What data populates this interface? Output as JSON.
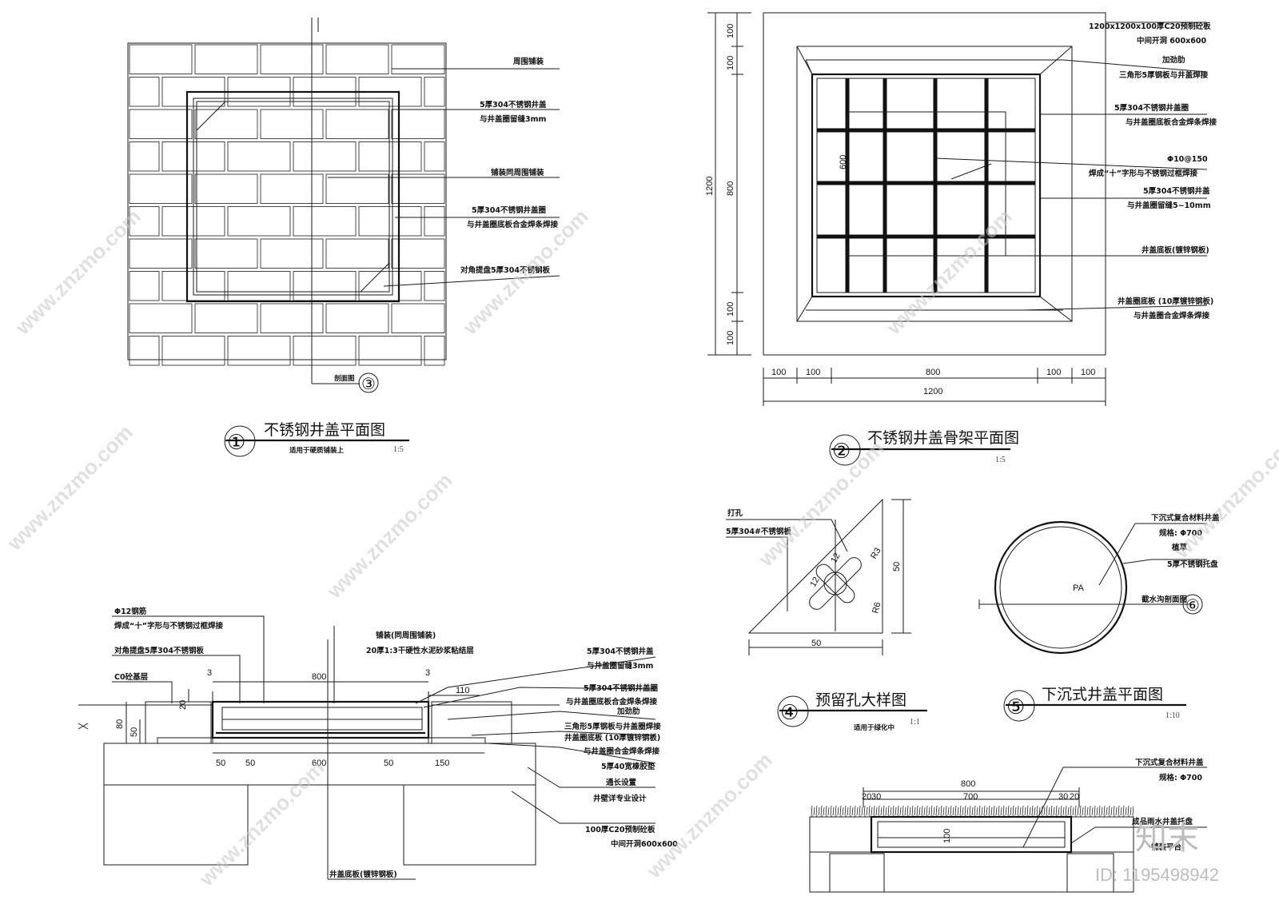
{
  "drawing1": {
    "title": "不锈钢井盖平面图",
    "subtitle": "适用于硬质铺装上",
    "scale": "1:5",
    "number": "①",
    "section_ref": "剖面图",
    "section_num": "③",
    "labels": [
      "周围铺装",
      "5厚304不锈钢井盖",
      "与井盖圈留缝3mm",
      "铺装同周围铺装",
      "5厚304不锈钢井盖圈",
      "与井盖圈底板合金焊条焊接",
      "对角提盘5厚304不锈钢板"
    ]
  },
  "drawing2": {
    "title": "不锈钢井盖骨架平面图",
    "scale": "1:5",
    "number": "②",
    "labels": [
      "1200x1200x100厚C20预制砼板",
      "中间开洞 600x600",
      "加劲肋",
      "三角形5厚钢板与井盖焊接",
      "5厚304不锈钢井盖圈",
      "与井盖圈底板合金焊条焊接",
      "Φ10@150",
      "焊成“十”字形与不锈钢过框焊接",
      "5厚304不锈钢井盖",
      "与井盖圈留缝5~10mm",
      "井盖底板(镀锌钢板)",
      "井盖圈底板 (10厚镀锌钢板)",
      "与井盖圈合金焊条焊接"
    ],
    "dims_bottom": [
      "100",
      "100",
      "800",
      "100",
      "100"
    ],
    "dim_total": "1200",
    "dims_left": [
      "100",
      "100",
      "100",
      "100"
    ],
    "dim_left_total": "1200",
    "dim_inner": "800",
    "dim_grid": "600"
  },
  "drawing3": {
    "labels_left": [
      "Φ12钢筋",
      "焊成“十”字形与不锈钢过框焊接",
      "对角提盘5厚304不锈钢板",
      "C0砼基层"
    ],
    "labels_top": [
      "铺装(同周围铺装)",
      "20厚1:3干硬性水泥砂浆粘结层"
    ],
    "labels_right": [
      "5厚304不锈钢井盖",
      "与井盖圈留缝3mm",
      "5厚304不锈钢井盖圈",
      "与井盖圈底板合金焊条焊接",
      "加劲肋",
      "三角形5厚钢板与井盖圈焊接",
      "井盖圈底板 (10厚镀锌钢板)",
      "与井盖圈合金焊条焊接",
      "5厚40宽橡胶垫",
      "通长设置",
      "井壁详专业设计",
      "100厚C20预制砼板",
      "中间开洞600x600"
    ],
    "label_bottom": "井盖底板(镀锌钢板)",
    "dims": [
      "3",
      "800",
      "3",
      "110",
      "20",
      "80",
      "50",
      "50",
      "50",
      "600",
      "50",
      "150"
    ]
  },
  "drawing4": {
    "title": "预留孔大样图",
    "subtitle": "适用于绿化中",
    "scale": "1:1",
    "number": "④",
    "labels": [
      "打孔",
      "5厚304#不锈钢板"
    ],
    "dims": [
      "12",
      "12",
      "R3",
      "R6",
      "50",
      "50"
    ]
  },
  "drawing5": {
    "title": "下沉式井盖平面图",
    "scale": "1:10",
    "number": "⑤",
    "center_label": "PA",
    "labels": [
      "下沉式复合材料井盖",
      "规格: Φ700",
      "植草",
      "5厚不锈钢托盘",
      "截水沟剖面图"
    ],
    "section_num": "⑥"
  },
  "drawing6": {
    "labels": [
      "下沉式复合材料井盖",
      "规格: Φ700",
      "成品雨水井盖托盘",
      "铺装平台"
    ],
    "dims": [
      "800",
      "20",
      "30",
      "700",
      "30",
      "20",
      "100"
    ]
  },
  "watermark": {
    "text": "www.znzmo.com",
    "logo": "知末",
    "id": "ID: 1195498942"
  }
}
